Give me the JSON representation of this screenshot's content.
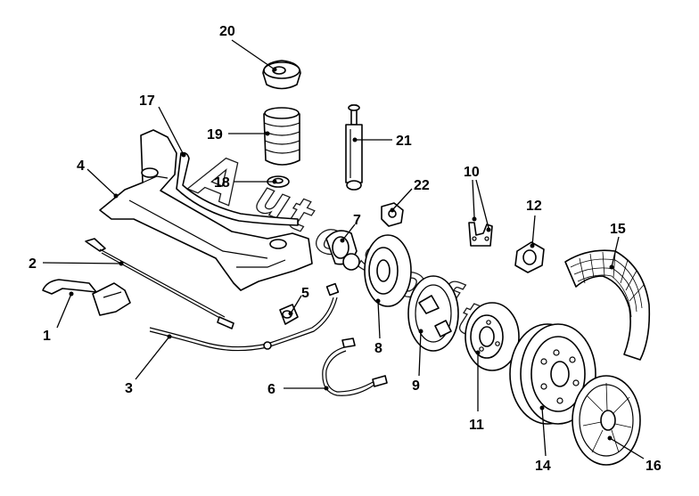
{
  "watermark": {
    "text": "Autosoft",
    "letters": [
      "A",
      "u",
      "t",
      "o",
      "s",
      "o",
      "f",
      "t"
    ]
  },
  "callouts": [
    "1",
    "2",
    "3",
    "4",
    "5",
    "6",
    "7",
    "8",
    "9",
    "10",
    "11",
    "12",
    "14",
    "15",
    "16",
    "17",
    "18",
    "19",
    "20",
    "21",
    "22"
  ],
  "colors": {
    "line": "#000000",
    "background": "#ffffff"
  }
}
